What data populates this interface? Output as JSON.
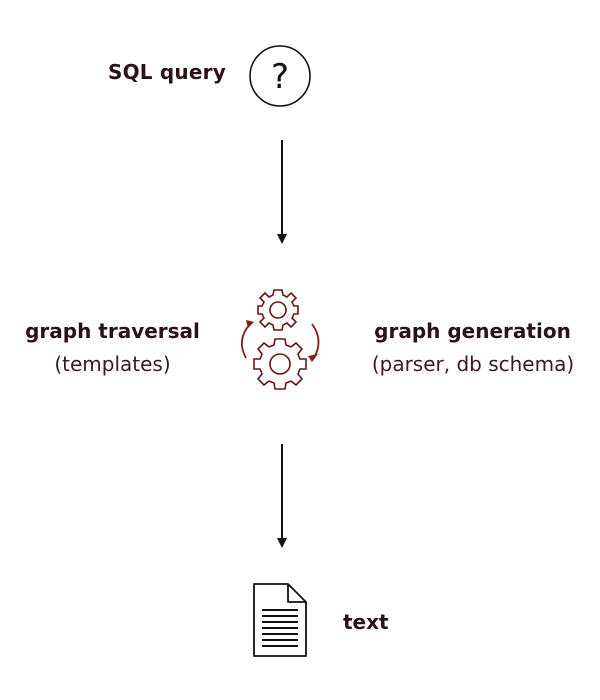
{
  "diagram": {
    "input": {
      "label": "SQL query",
      "icon": "question-mark-circle-icon"
    },
    "process": {
      "icon": "gears-cycle-icon",
      "left": {
        "title": "graph traversal",
        "subtitle": "(templates)"
      },
      "right": {
        "title": "graph generation",
        "subtitle": "(parser, db schema)"
      }
    },
    "output": {
      "label": "text",
      "icon": "document-icon"
    }
  },
  "colors": {
    "text": "#2a1216",
    "icon_red": "#8b1a1a",
    "line": "#111111"
  }
}
